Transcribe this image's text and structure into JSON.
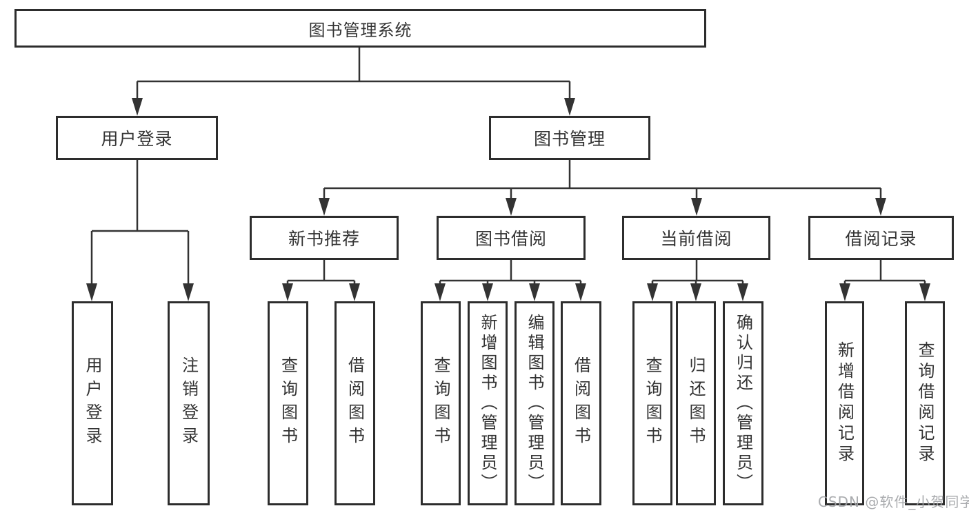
{
  "tree": {
    "label": "图书管理系统",
    "children": [
      {
        "label": "用户登录",
        "children": [
          {
            "label": "用户登录"
          },
          {
            "label": "注销登录"
          }
        ]
      },
      {
        "label": "图书管理",
        "children": [
          {
            "label": "新书推荐",
            "children": [
              {
                "label": "查询图书"
              },
              {
                "label": "借阅图书"
              }
            ]
          },
          {
            "label": "图书借阅",
            "children": [
              {
                "label": "查询图书"
              },
              {
                "label": "新增图书（管理员）"
              },
              {
                "label": "编辑图书（管理员）"
              },
              {
                "label": "借阅图书"
              }
            ]
          },
          {
            "label": "当前借阅",
            "children": [
              {
                "label": "查询图书"
              },
              {
                "label": "归还图书"
              },
              {
                "label": "确认归还（管理员）"
              }
            ]
          },
          {
            "label": "借阅记录",
            "children": [
              {
                "label": "新增借阅记录"
              },
              {
                "label": "查询借阅记录"
              }
            ]
          }
        ]
      }
    ]
  },
  "watermark": {
    "text": "CSDN @软件_小贺同学"
  },
  "colors": {
    "line": "#333333",
    "box_border": "#2d2d2d",
    "box_fill": "#ffffff",
    "text": "#333333",
    "watermark": "#a0a2a5",
    "background": "#ffffff"
  }
}
